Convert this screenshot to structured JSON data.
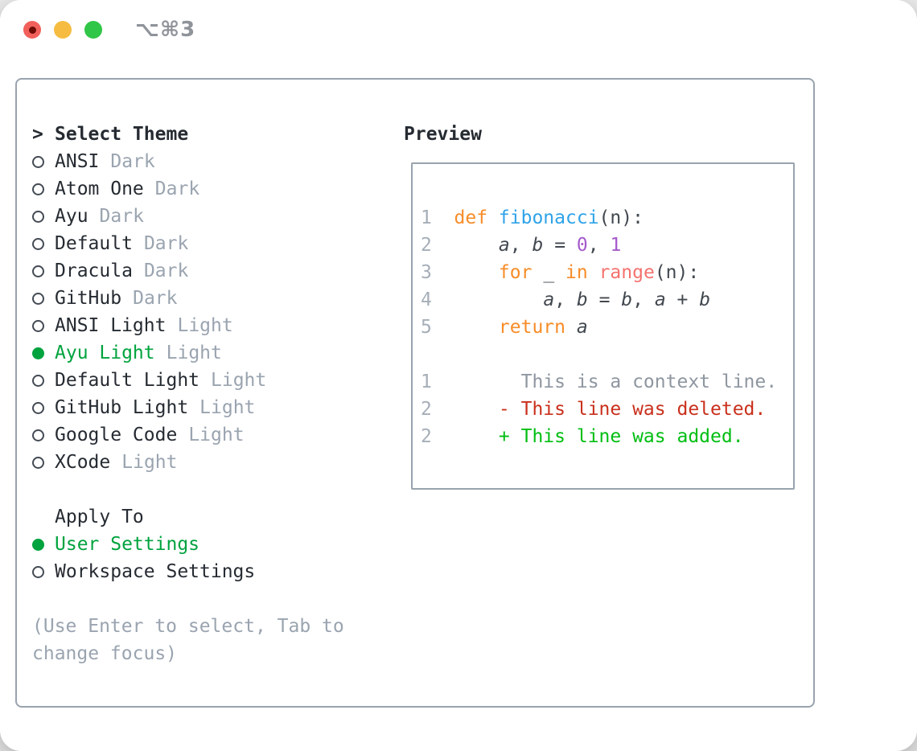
{
  "window": {
    "title": "⌥⌘3"
  },
  "theme_panel": {
    "header_prefix": ">",
    "header_label": "Select Theme",
    "items": [
      {
        "name": "ANSI",
        "variant": "Dark",
        "selected": false
      },
      {
        "name": "Atom One",
        "variant": "Dark",
        "selected": false
      },
      {
        "name": "Ayu",
        "variant": "Dark",
        "selected": false
      },
      {
        "name": "Default",
        "variant": "Dark",
        "selected": false
      },
      {
        "name": "Dracula",
        "variant": "Dark",
        "selected": false
      },
      {
        "name": "GitHub",
        "variant": "Dark",
        "selected": false
      },
      {
        "name": "ANSI Light",
        "variant": "Light",
        "selected": false
      },
      {
        "name": "Ayu Light",
        "variant": "Light",
        "selected": true
      },
      {
        "name": "Default Light",
        "variant": "Light",
        "selected": false
      },
      {
        "name": "GitHub Light",
        "variant": "Light",
        "selected": false
      },
      {
        "name": "Google Code",
        "variant": "Light",
        "selected": false
      },
      {
        "name": "XCode",
        "variant": "Light",
        "selected": false
      }
    ],
    "apply_to": {
      "label": "Apply To",
      "options": [
        {
          "label": "User Settings",
          "selected": true
        },
        {
          "label": "Workspace Settings",
          "selected": false
        }
      ]
    },
    "hint_lines": [
      "(Use Enter to select, Tab to",
      "change focus)"
    ]
  },
  "preview": {
    "title": "Preview",
    "lines": [
      {
        "num": "1",
        "tokens": [
          [
            "def ",
            "kw"
          ],
          [
            "fibonacci",
            "fn"
          ],
          [
            "(n):",
            "pl"
          ]
        ]
      },
      {
        "num": "2",
        "tokens": [
          [
            "    ",
            "pl"
          ],
          [
            "a",
            "var"
          ],
          [
            ", ",
            "pl"
          ],
          [
            "b",
            "var"
          ],
          [
            " = ",
            "pl"
          ],
          [
            "0",
            "num"
          ],
          [
            ", ",
            "pl"
          ],
          [
            "1",
            "num"
          ]
        ]
      },
      {
        "num": "3",
        "tokens": [
          [
            "    ",
            "pl"
          ],
          [
            "for",
            "kw"
          ],
          [
            " _ ",
            "pl"
          ],
          [
            "in",
            "kw"
          ],
          [
            " ",
            "pl"
          ],
          [
            "range",
            "call"
          ],
          [
            "(n):",
            "pl"
          ]
        ]
      },
      {
        "num": "4",
        "tokens": [
          [
            "        ",
            "pl"
          ],
          [
            "a",
            "var"
          ],
          [
            ", ",
            "pl"
          ],
          [
            "b",
            "var"
          ],
          [
            " = ",
            "pl"
          ],
          [
            "b",
            "var"
          ],
          [
            ", ",
            "pl"
          ],
          [
            "a",
            "var"
          ],
          [
            " + ",
            "pl"
          ],
          [
            "b",
            "var"
          ]
        ]
      },
      {
        "num": "5",
        "tokens": [
          [
            "    ",
            "pl"
          ],
          [
            "return",
            "kw"
          ],
          [
            " ",
            "pl"
          ],
          [
            "a",
            "var"
          ]
        ]
      },
      {
        "num": "",
        "tokens": []
      },
      {
        "num": "1",
        "tokens": [
          [
            "      This is a context line.",
            "ctx"
          ]
        ]
      },
      {
        "num": "2",
        "tokens": [
          [
            "    ",
            "pl"
          ],
          [
            "- This line was deleted.",
            "del"
          ]
        ]
      },
      {
        "num": "2",
        "tokens": [
          [
            "    ",
            "pl"
          ],
          [
            "+ This line was added.",
            "add"
          ]
        ]
      }
    ]
  },
  "colors": {
    "accent_green": "#00a33e",
    "keyword_orange": "#f78c28",
    "function_blue": "#2fa3e8",
    "number_purple": "#a45acb",
    "call_coral": "#f4726e",
    "diff_red": "#c9301c",
    "diff_green": "#00be12",
    "muted_gray": "#9aa4b0",
    "text_dark": "#262b32",
    "code_text": "#42484f",
    "line_number_gray": "#a6aeb8",
    "context_gray": "#8e96a0",
    "border_gray": "#99a3ae",
    "traffic_red": "#f1605b",
    "traffic_yellow": "#f6bc41",
    "traffic_green": "#30c647"
  }
}
